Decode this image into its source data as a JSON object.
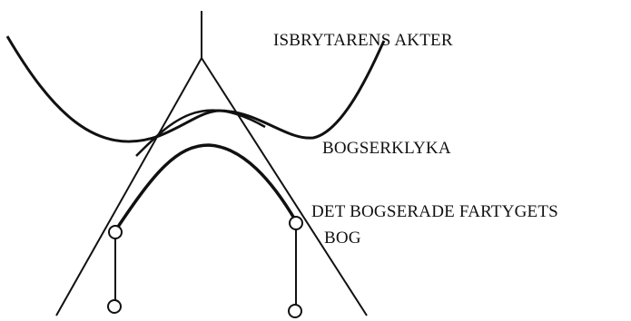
{
  "labels": {
    "icebreaker_stern": "ISBRYTARENS AKTER",
    "towing_hawser": "BOGSERKLYKA",
    "towed_ship_bow_line1": "DET BOGSERADE FARTYGETS",
    "towed_ship_bow_line2": "BOG"
  },
  "colors": {
    "stroke": "#111111",
    "background": "#ffffff"
  }
}
